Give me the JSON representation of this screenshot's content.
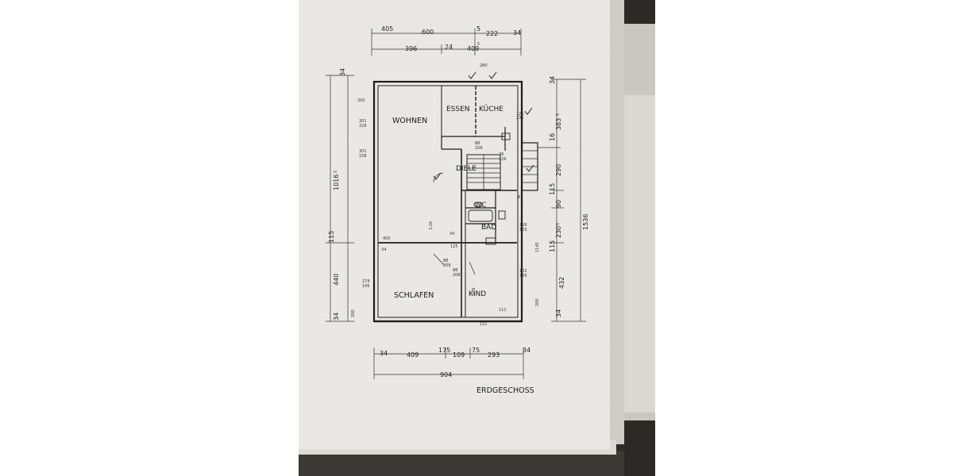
{
  "plan": {
    "title": "ERDGESCHOSS",
    "rooms": {
      "wohnen": "WOHNEN",
      "essen": "ESSEN",
      "kueche": "KÜCHE",
      "diele": "DIELE",
      "wc": "WC",
      "bad": "BAD",
      "schlafen": "SCHLAFEN",
      "kind": "KIND"
    },
    "dims_top": {
      "a": "405",
      "b": "600",
      "c": "5",
      "d": "222",
      "e": "34",
      "f": "396",
      "g": "24",
      "h": "409",
      "i": "5",
      "j": "280"
    },
    "dims_bottom": {
      "a": "34",
      "b": "409",
      "c": "175",
      "d": "109",
      "e": "75",
      "f": "293",
      "g": "34",
      "total": "904"
    },
    "dims_left": {
      "a": "34",
      "b": "1016",
      "b_sup": "5",
      "c": "115",
      "d": "440",
      "e": "34"
    },
    "dims_right": {
      "a": "34",
      "b": "383",
      "b_sup": "5",
      "c": "16",
      "d": "290",
      "e": "115",
      "f": "90",
      "g": "230",
      "g_sup": "5",
      "h": "115",
      "i": "432",
      "j": "34",
      "total": "1536"
    },
    "notes": {
      "n200": "200",
      "n301a": "301",
      "n226": "226",
      "n301b": "301",
      "n158": "158",
      "n126": "126",
      "n235": "235",
      "n88": "88",
      "n208a": "208",
      "n76": "76",
      "n226b": "226",
      "n326": "3,26",
      "n405": "405",
      "n34a": "34",
      "n34b": "34",
      "n125": "125",
      "n88b": "88",
      "n208b": "208",
      "n88c": "88",
      "n208c": "208",
      "n274": "274",
      "n145": "145",
      "n276": "276",
      "n101": "101",
      "n145b": "145",
      "n200b": "200",
      "n111": "111",
      "n151": "151",
      "n61": "61",
      "n126b": "126",
      "n133": "133",
      "n1145": "1145",
      "n200c": "200"
    }
  }
}
